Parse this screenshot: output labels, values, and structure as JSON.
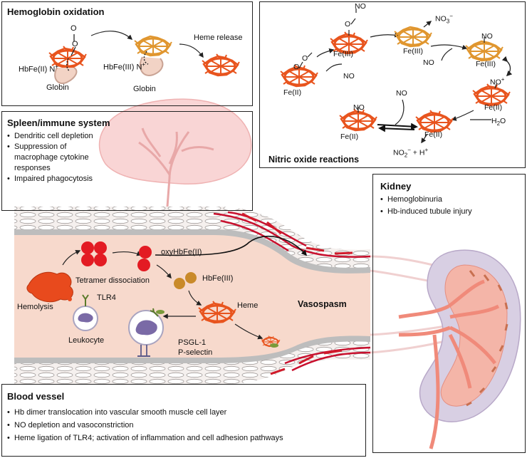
{
  "hemoglobin_oxidation": {
    "title": "Hemoglobin oxidation",
    "hbfe2": "HbFe(II)",
    "n_plus_1": "N",
    "plus_1": "+",
    "o_top": "O",
    "o_mid": "O",
    "hbfe3": "HbFe(III)",
    "n_plus_2": "N",
    "plus_2": "+",
    "globin_1": "Globin",
    "globin_2": "Globin",
    "heme_release": "Heme release"
  },
  "nitric_oxide": {
    "title": "Nitric oxide reactions",
    "o_a": "O",
    "no_b": "NO",
    "fe3_a": "Fe(III)",
    "o_c": "O",
    "o_d": "O",
    "fe2_a": "Fe(II)",
    "no_a": "NO",
    "fe3_b": "Fe(III)",
    "no3": "NO",
    "no3_sub": "3",
    "no3_sup": "−",
    "no_c": "NO",
    "no_d": "NO",
    "fe3_c": "Fe(III)",
    "no_plus": "NO",
    "no_plus_sup": "+",
    "fe2_b": "Fe(II)",
    "h2o": "H",
    "h2o_sub": "2",
    "h2o_o": "O",
    "no_e": "NO",
    "no_f": "NO",
    "fe2_c": "Fe(II)",
    "fe2_d": "Fe(II)",
    "no2_h": "NO",
    "no2_sub": "2",
    "no2_sup": "−",
    "no2_rest": " + H",
    "h_sup": "+"
  },
  "spleen": {
    "title": "Spleen/immune system",
    "bullets": [
      "Dendritic cell depletion",
      "Suppression of macrophage cytokine responses",
      "Impaired phagocytosis"
    ]
  },
  "kidney": {
    "title": "Kidney",
    "bullets": [
      "Hemoglobinuria",
      "Hb-induced tubule injury"
    ]
  },
  "vessel": {
    "oxyhbfe2": "oxyHbFe(II)",
    "tetramer": "Tetramer dissociation",
    "hbfe3": "HbFe(III)",
    "hemolysis": "Hemolysis",
    "tlr4": "TLR4",
    "heme": "Heme",
    "vasospasm": "Vasospasm",
    "leukocyte": "Leukocyte",
    "psgl1": "PSGL-1",
    "pselectin": "P-selectin"
  },
  "blood_vessel": {
    "title": "Blood vessel",
    "bullets": [
      "Hb dimer translocation into vascular smooth muscle cell layer",
      "NO depletion and vasoconstriction",
      "Heme ligation of TLR4; activation of inflammation and cell adhesion pathways"
    ]
  },
  "colors": {
    "heme": "#e8541e",
    "heme_ox": "#e0962f",
    "hb_red": "#e31b23",
    "hb_brown": "#c98a2a",
    "lumen": "#f7d9cc",
    "wall": "#b8b8b8",
    "kidney": "#f4b5a8"
  }
}
